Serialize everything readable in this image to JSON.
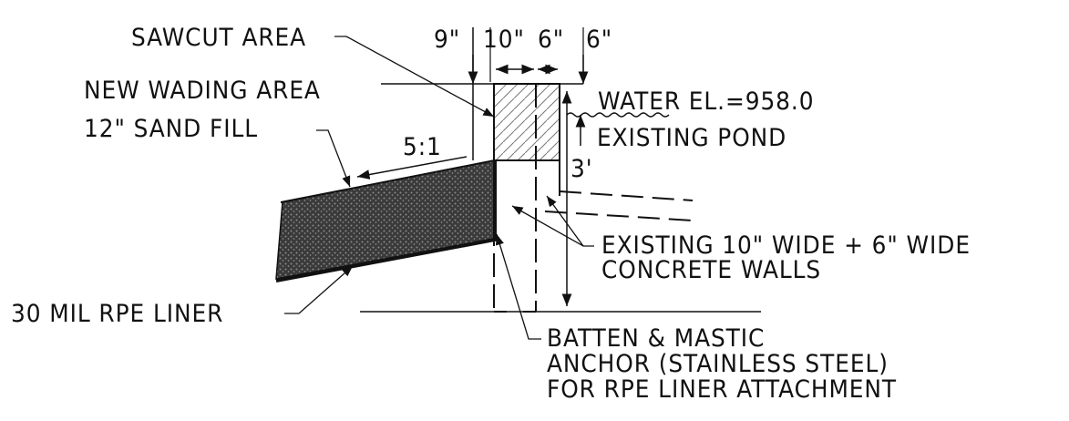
{
  "labels": {
    "sawcut": "SAWCUT AREA",
    "new_wading": "NEW WADING AREA",
    "sand_fill": "12\" SAND FILL",
    "liner": "30 MIL RPE LINER",
    "slope": "5:1",
    "water_el": "WATER EL.=958.0",
    "existing_pond": "EXISTING POND",
    "depth": "3'",
    "walls_line1": "EXISTING 10\" WIDE + 6\" WIDE",
    "walls_line2": "CONCRETE WALLS",
    "batten_line1": "BATTEN & MASTIC",
    "batten_line2": "ANCHOR (STAINLESS STEEL)",
    "batten_line3": "FOR RPE LINER ATTACHMENT"
  },
  "dimensions": {
    "d1": "9\"",
    "d2": "10\"",
    "d3": "6\"",
    "d4": "6\""
  },
  "colors": {
    "ink": "#111111",
    "sand_fill": "#3a3a3a",
    "background": "#ffffff"
  }
}
